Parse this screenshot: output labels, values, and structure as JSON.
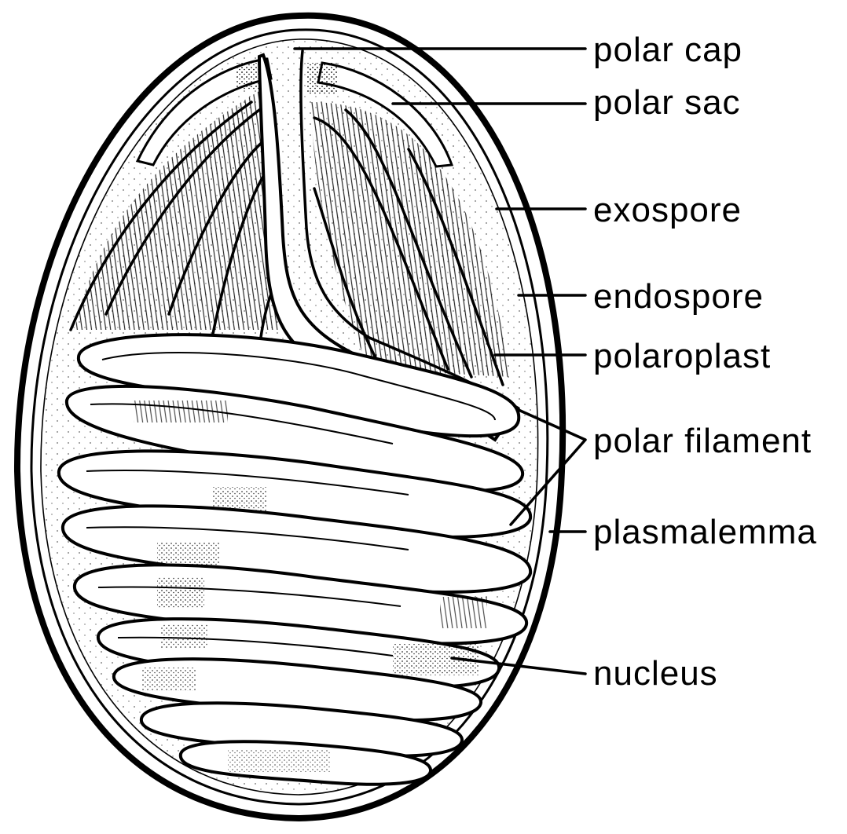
{
  "labels": {
    "polar_cap": "polar cap",
    "polar_sac": "polar sac",
    "exospore": "exospore",
    "endospore": "endospore",
    "polaroplast": "polaroplast",
    "polar_filament": "polar filament",
    "plasmalemma": "plasmalemma",
    "nucleus": "nucleus"
  },
  "colors": {
    "ink": "#000000",
    "paper": "#ffffff"
  }
}
